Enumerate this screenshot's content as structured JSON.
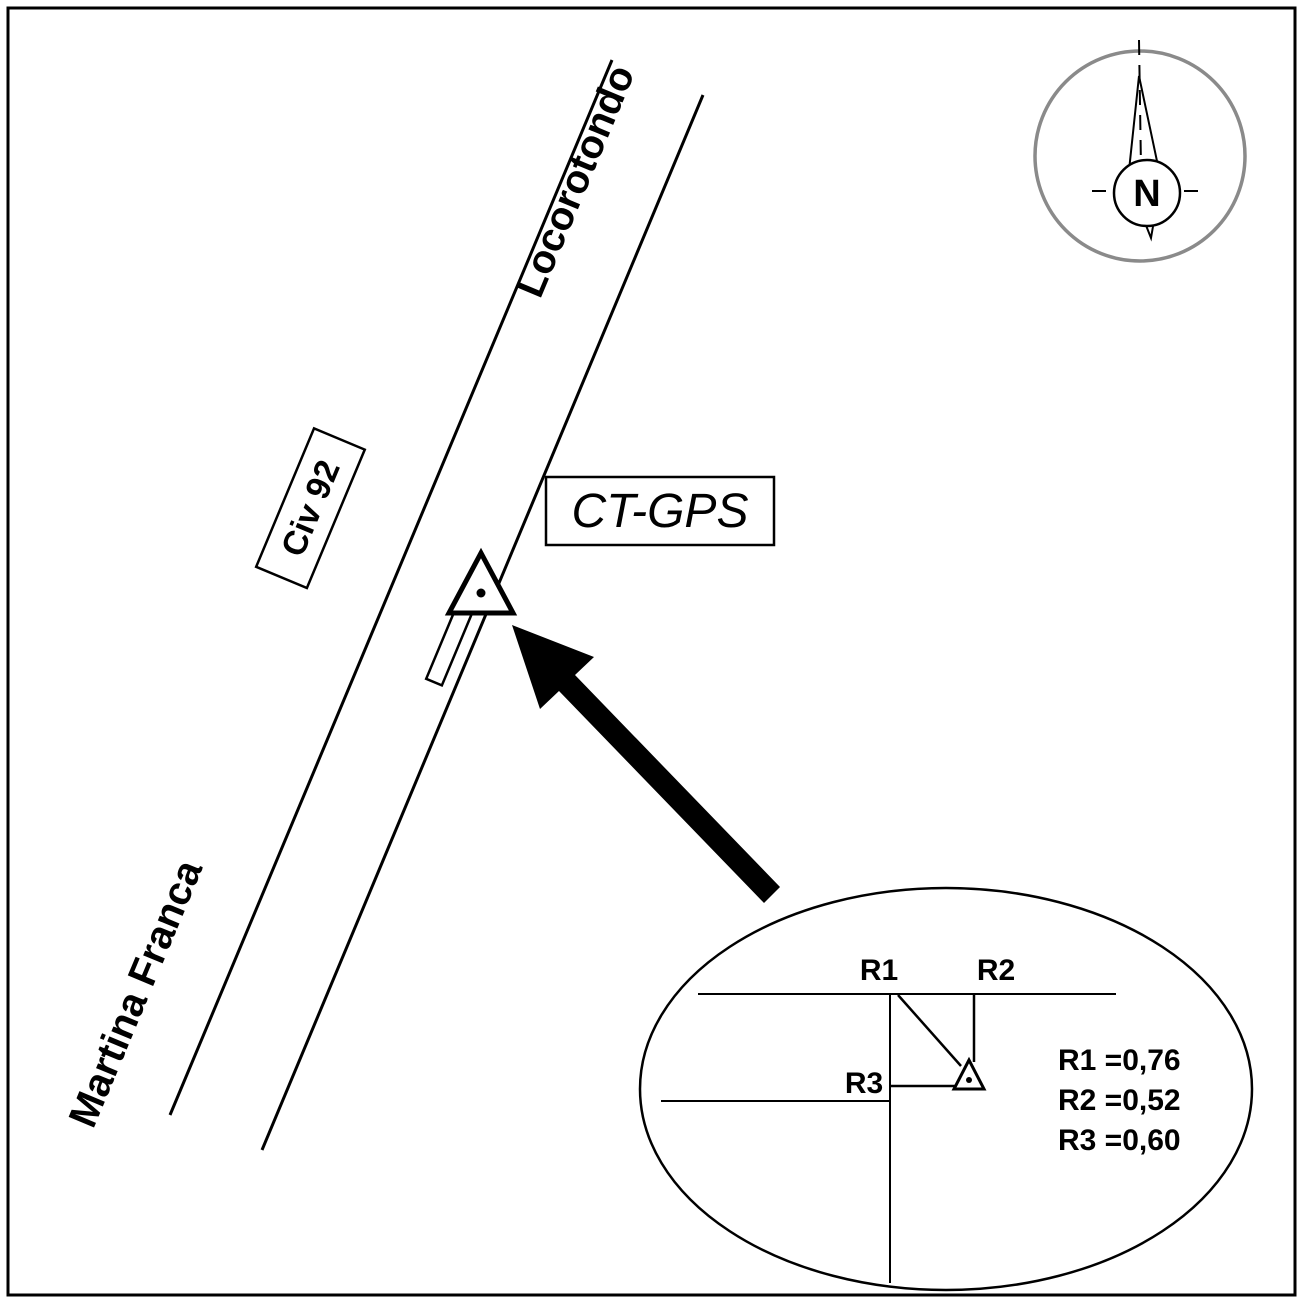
{
  "map": {
    "destination_top": "Locorotondo",
    "destination_bottom": "Martina Franca",
    "road_sign": "Civ 92",
    "station_label": "CT-GPS"
  },
  "compass": {
    "north": "N"
  },
  "detail_inset": {
    "r1_label": "R1",
    "r2_label": "R2",
    "r3_label": "R3",
    "values": [
      "R1 =0,76",
      "R2 =0,52",
      "R3 =0,60"
    ]
  },
  "colors": {
    "ink": "#000000",
    "compass_ring": "#8a8a8a"
  }
}
